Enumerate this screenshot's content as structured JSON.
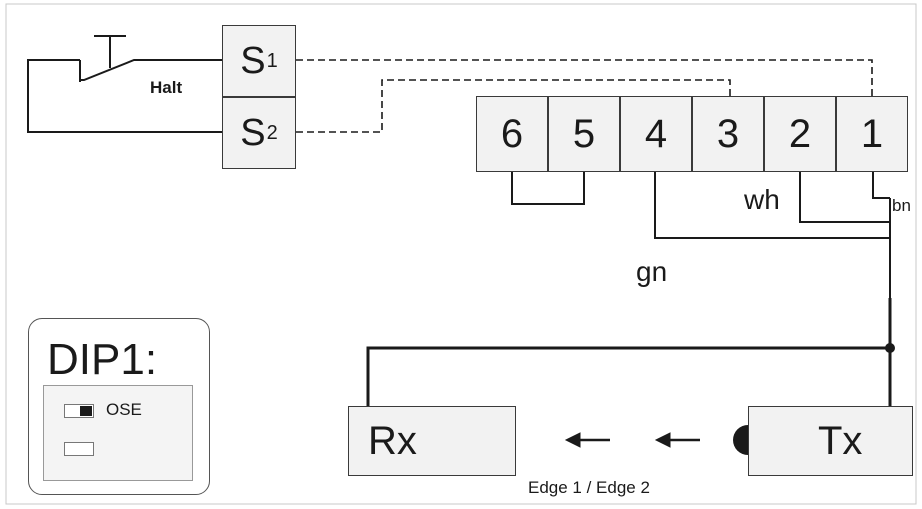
{
  "switch": {
    "halt_label": "Halt"
  },
  "relay": {
    "s1": {
      "letter": "S",
      "sub": "1"
    },
    "s2": {
      "letter": "S",
      "sub": "2"
    }
  },
  "terminals": [
    "6",
    "5",
    "4",
    "3",
    "2",
    "1"
  ],
  "wires": {
    "white": "wh",
    "brown": "bn",
    "green": "gn"
  },
  "dip": {
    "title": "DIP1:",
    "option1": "OSE"
  },
  "sensor": {
    "receiver": "Rx",
    "transmitter": "Tx",
    "caption": "Edge 1 / Edge 2"
  },
  "colors": {
    "line": "#1a1a1a",
    "box_fill": "#f2f2f2",
    "border": "#3a3a3a"
  }
}
